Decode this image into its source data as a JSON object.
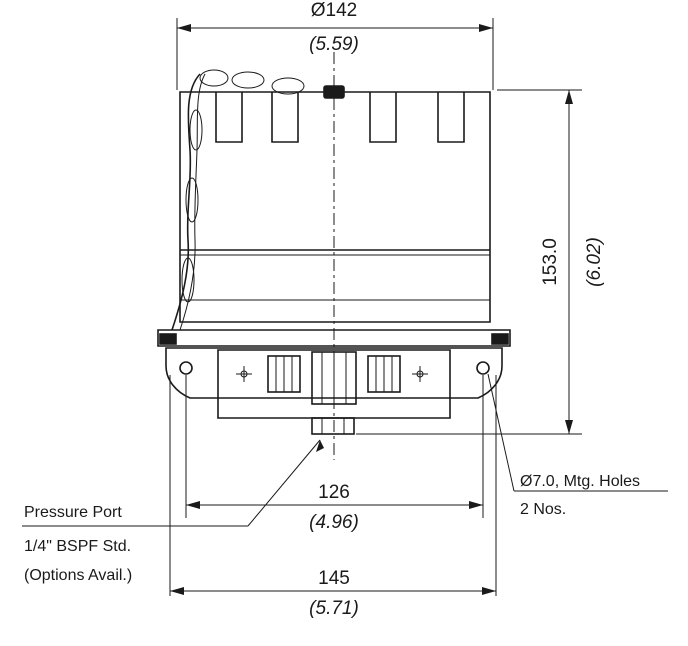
{
  "dimensions": {
    "top_diameter": {
      "mm": "Ø142",
      "inch": "(5.59)"
    },
    "height": {
      "mm": "153.0",
      "inch": "(6.02)"
    },
    "hole_spacing": {
      "mm": "126",
      "inch": "(4.96)"
    },
    "overall_width": {
      "mm": "145",
      "inch": "(5.71)"
    }
  },
  "notes": {
    "mounting_holes": {
      "line1": "Ø7.0, Mtg. Holes",
      "line2": "2 Nos."
    },
    "pressure_port": {
      "line1": "Pressure Port",
      "line2": "1/4\" BSPF Std.",
      "line3": "(Options Avail.)"
    }
  }
}
